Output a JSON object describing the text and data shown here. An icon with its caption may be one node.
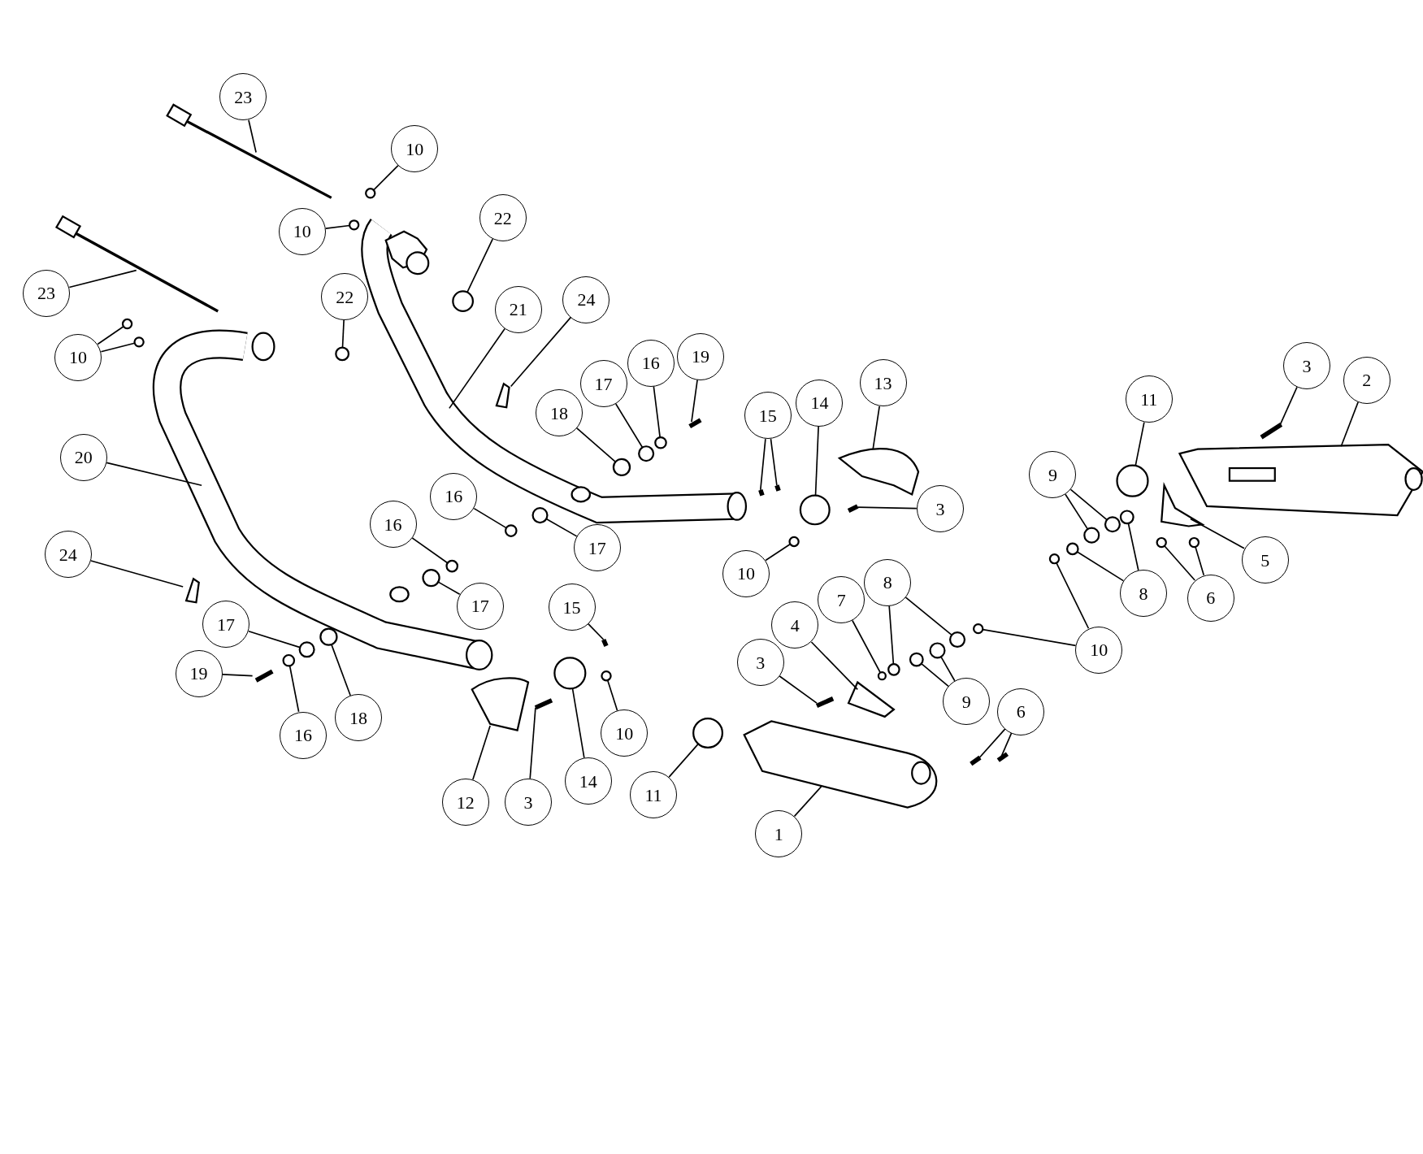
{
  "diagram": {
    "nodes": [
      {
        "text": [
          "23"
        ]
      },
      {
        "text": [
          "10"
        ]
      },
      {
        "text": [
          "10"
        ]
      },
      {
        "text": [
          "22"
        ]
      },
      {
        "text": [
          "23"
        ]
      },
      {
        "text": [
          "22"
        ]
      },
      {
        "text": [
          "10"
        ]
      },
      {
        "text": [
          "21"
        ]
      },
      {
        "text": [
          "24"
        ]
      },
      {
        "text": [
          "20"
        ]
      },
      {
        "text": [
          "17"
        ]
      },
      {
        "text": [
          "16"
        ]
      },
      {
        "text": [
          "19"
        ]
      },
      {
        "text": [
          "18"
        ]
      },
      {
        "text": [
          "15"
        ]
      },
      {
        "text": [
          "14"
        ]
      },
      {
        "text": [
          "13"
        ]
      },
      {
        "text": [
          "3"
        ]
      },
      {
        "text": [
          "11"
        ]
      },
      {
        "text": [
          "3"
        ]
      },
      {
        "text": [
          "2"
        ]
      },
      {
        "text": [
          "9"
        ]
      },
      {
        "text": [
          "5"
        ]
      },
      {
        "text": [
          "16"
        ]
      },
      {
        "text": [
          "16"
        ]
      },
      {
        "text": [
          "17"
        ]
      },
      {
        "text": [
          "17"
        ]
      },
      {
        "text": [
          "10"
        ]
      },
      {
        "text": [
          "8"
        ]
      },
      {
        "text": [
          "6"
        ]
      },
      {
        "text": [
          "24"
        ]
      },
      {
        "text": [
          "15"
        ]
      },
      {
        "text": [
          "7"
        ]
      },
      {
        "text": [
          "8"
        ]
      },
      {
        "text": [
          "4"
        ]
      },
      {
        "text": [
          "17"
        ]
      },
      {
        "text": [
          "18"
        ]
      },
      {
        "text": [
          "19"
        ]
      },
      {
        "text": [
          "16"
        ]
      },
      {
        "text": [
          "3"
        ]
      },
      {
        "text": [
          "10"
        ]
      },
      {
        "text": [
          "9"
        ]
      },
      {
        "text": [
          "6"
        ]
      },
      {
        "text": [
          "12"
        ]
      },
      {
        "text": [
          "3"
        ]
      },
      {
        "text": [
          "14"
        ]
      },
      {
        "text": [
          "10"
        ]
      },
      {
        "text": [
          "11"
        ]
      },
      {
        "text": [
          "1"
        ]
      },
      {
        "text": [],
        "shape": "circle"
      },
      {
        "text": [],
        "shape": "circle"
      },
      {
        "text": [],
        "shape": "circle"
      },
      {
        "text": [],
        "shape": "circle"
      },
      {
        "text": [],
        "shape": "circle"
      },
      {
        "text": [],
        "shape": "circle"
      },
      {
        "text": [],
        "shape": "bracket"
      },
      {
        "text": [],
        "shape": "circle"
      },
      {
        "text": [],
        "shape": "circle"
      },
      {
        "text": [],
        "shape": "circle"
      },
      {
        "text": [],
        "shape": "circle"
      },
      {
        "text": [],
        "shape": "circle"
      },
      {
        "text": [],
        "shape": "circle"
      },
      {
        "text": [],
        "shape": "circle"
      },
      {
        "text": [],
        "shape": "circle"
      },
      {
        "text": [],
        "shape": "circle"
      },
      {
        "text": [],
        "shape": "circle"
      },
      {
        "text": [],
        "shape": "circle"
      },
      {
        "text": [],
        "shape": "circle"
      },
      {
        "text": [],
        "shape": "circle"
      },
      {
        "text": [],
        "shape": "circle"
      },
      {
        "text": [],
        "shape": "circle"
      },
      {
        "text": [],
        "shape": "circle"
      },
      {
        "text": [],
        "shape": "bracket"
      },
      {
        "text": [],
        "shape": "circle"
      },
      {
        "text": [],
        "shape": "circle"
      },
      {
        "text": [],
        "shape": "circle"
      },
      {
        "text": [],
        "shape": "circle"
      },
      {
        "text": [],
        "shape": "circle"
      },
      {
        "text": [],
        "shape": "circle"
      },
      {
        "text": [],
        "shape": "circle"
      },
      {
        "text": [],
        "shape": "circle"
      },
      {
        "text": [],
        "shape": "circle"
      },
      {
        "text": [],
        "shape": "circle"
      },
      {
        "text": [],
        "shape": "circle"
      },
      {
        "text": [],
        "shape": "circle"
      },
      {
        "text": [],
        "shape": "circle"
      }
    ],
    "edges": [
      {
        "from": 0,
        "to": null,
        "arrow": "none"
      },
      {
        "from": 1,
        "to": 49,
        "arrow": "none"
      },
      {
        "from": 2,
        "to": 50,
        "arrow": "none"
      },
      {
        "from": 3,
        "to": 51,
        "arrow": "none"
      },
      {
        "from": 4,
        "to": null,
        "arrow": "none"
      },
      {
        "from": 5,
        "to": 52,
        "arrow": "none"
      },
      {
        "from": 6,
        "to": 53,
        "arrow": "none"
      },
      {
        "from": 6,
        "to": 54,
        "arrow": "none"
      },
      {
        "from": 7,
        "to": null,
        "arrow": "none"
      },
      {
        "from": 8,
        "to": 55,
        "arrow": "none"
      },
      {
        "from": 9,
        "to": null,
        "arrow": "none"
      },
      {
        "from": 10,
        "to": 56,
        "arrow": "none"
      },
      {
        "from": 11,
        "to": 57,
        "arrow": "none"
      },
      {
        "from": 12,
        "to": null,
        "arrow": "none"
      },
      {
        "from": 13,
        "to": 58,
        "arrow": "none"
      },
      {
        "from": 14,
        "to": null,
        "arrow": "none"
      },
      {
        "from": 14,
        "to": null,
        "arrow": "none"
      },
      {
        "from": 15,
        "to": 59,
        "arrow": "none"
      },
      {
        "from": 16,
        "to": null,
        "arrow": "none"
      },
      {
        "from": 17,
        "to": null,
        "arrow": "none"
      },
      {
        "from": 18,
        "to": 60,
        "arrow": "none"
      },
      {
        "from": 19,
        "to": null,
        "arrow": "none"
      },
      {
        "from": 20,
        "to": null,
        "arrow": "none"
      },
      {
        "from": 21,
        "to": 61,
        "arrow": "none"
      },
      {
        "from": 21,
        "to": 62,
        "arrow": "none"
      },
      {
        "from": 22,
        "to": null,
        "arrow": "none"
      },
      {
        "from": 23,
        "to": 63,
        "arrow": "none"
      },
      {
        "from": 24,
        "to": 64,
        "arrow": "none"
      },
      {
        "from": 25,
        "to": 65,
        "arrow": "none"
      },
      {
        "from": 26,
        "to": 66,
        "arrow": "none"
      },
      {
        "from": 27,
        "to": 67,
        "arrow": "none"
      },
      {
        "from": 28,
        "to": 68,
        "arrow": "none"
      },
      {
        "from": 28,
        "to": 69,
        "arrow": "none"
      },
      {
        "from": 29,
        "to": 70,
        "arrow": "none"
      },
      {
        "from": 29,
        "to": 71,
        "arrow": "none"
      },
      {
        "from": 30,
        "to": 72,
        "arrow": "none"
      },
      {
        "from": 31,
        "to": null,
        "arrow": "none"
      },
      {
        "from": 32,
        "to": 73,
        "arrow": "none"
      },
      {
        "from": 33,
        "to": 74,
        "arrow": "none"
      },
      {
        "from": 33,
        "to": 75,
        "arrow": "none"
      },
      {
        "from": 34,
        "to": null,
        "arrow": "none"
      },
      {
        "from": 35,
        "to": 76,
        "arrow": "none"
      },
      {
        "from": 36,
        "to": 77,
        "arrow": "none"
      },
      {
        "from": 37,
        "to": null,
        "arrow": "none"
      },
      {
        "from": 38,
        "to": 78,
        "arrow": "none"
      },
      {
        "from": 39,
        "to": null,
        "arrow": "none"
      },
      {
        "from": 40,
        "to": 79,
        "arrow": "none"
      },
      {
        "from": 40,
        "to": 80,
        "arrow": "none"
      },
      {
        "from": 41,
        "to": 81,
        "arrow": "none"
      },
      {
        "from": 41,
        "to": 82,
        "arrow": "none"
      },
      {
        "from": 42,
        "to": null,
        "arrow": "none"
      },
      {
        "from": 42,
        "to": null,
        "arrow": "none"
      },
      {
        "from": 43,
        "to": null,
        "arrow": "none"
      },
      {
        "from": 44,
        "to": null,
        "arrow": "none"
      },
      {
        "from": 45,
        "to": 83,
        "arrow": "none"
      },
      {
        "from": 46,
        "to": 84,
        "arrow": "none"
      },
      {
        "from": 47,
        "to": 85,
        "arrow": "none"
      },
      {
        "from": 48,
        "to": null,
        "arrow": "none"
      }
    ]
  }
}
